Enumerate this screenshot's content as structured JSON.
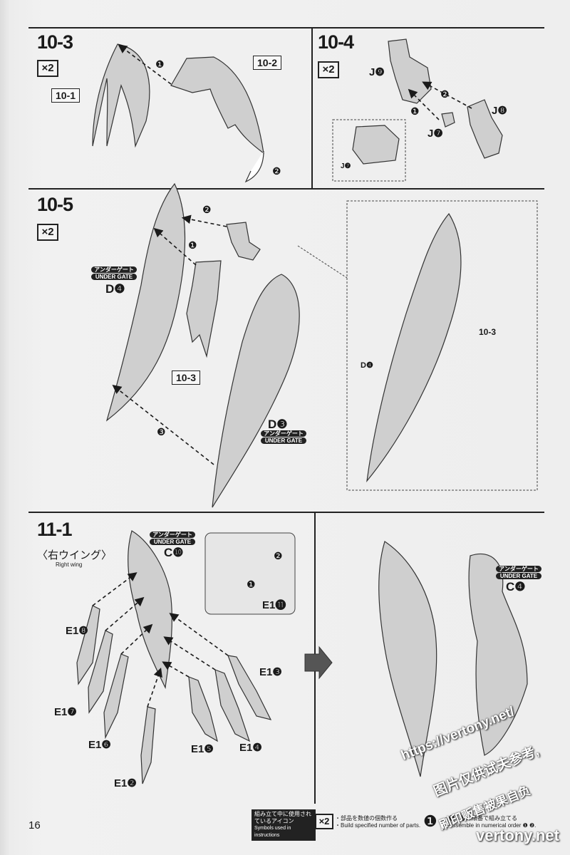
{
  "steps": {
    "s10_3": "10-3",
    "s10_4": "10-4",
    "s10_5": "10-5",
    "s11_1": "11-1"
  },
  "quantity": "×2",
  "labels": {
    "l10_1": "10-1",
    "l10_2": "10-2",
    "l10_3a": "10-3",
    "l10_3b": "10-3",
    "j9": "J❾",
    "j8": "J❽",
    "j7": "J❼",
    "j7small": "J❼",
    "d4": "D❹",
    "d3": "D❸",
    "d4small": "D❹",
    "c10": "C❿",
    "c4": "C❹",
    "e11": "E1⓫",
    "e18": "E1❽",
    "e17": "E1❼",
    "e16": "E1❻",
    "e15": "E1❺",
    "e14": "E1❹",
    "e13": "E1❸",
    "e12": "E1❷"
  },
  "under_gate": {
    "jp": "アンダーゲート",
    "en": "UNDER GATE"
  },
  "wing": {
    "jp": "〈右ウイング〉",
    "en": "Right wing"
  },
  "order_marks": [
    "❶",
    "❷",
    "❸"
  ],
  "footer": {
    "page_number": "16",
    "symbols_jp": "組み立て中に使用されているアイコン",
    "symbols_en": "Symbols used in instructions",
    "qty_icon": "×2",
    "qty_jp": "・部品を数値の個数作る",
    "qty_en": "・Build specified number of parts.",
    "order_icon": "❶",
    "order_jp": "・❶→❷の順番で組み立てる",
    "order_en": "・Assemble in numerical order ❶ ❷."
  },
  "watermark": {
    "url": "https://vertony.net/",
    "cn1": "图片仅供试夫参考,",
    "cn2": "刷印贩售被果自负",
    "site": "vertony.net"
  },
  "colors": {
    "ink": "#1a1a1a",
    "part_fill": "#cfcfcf",
    "paper": "#eeeeee"
  }
}
